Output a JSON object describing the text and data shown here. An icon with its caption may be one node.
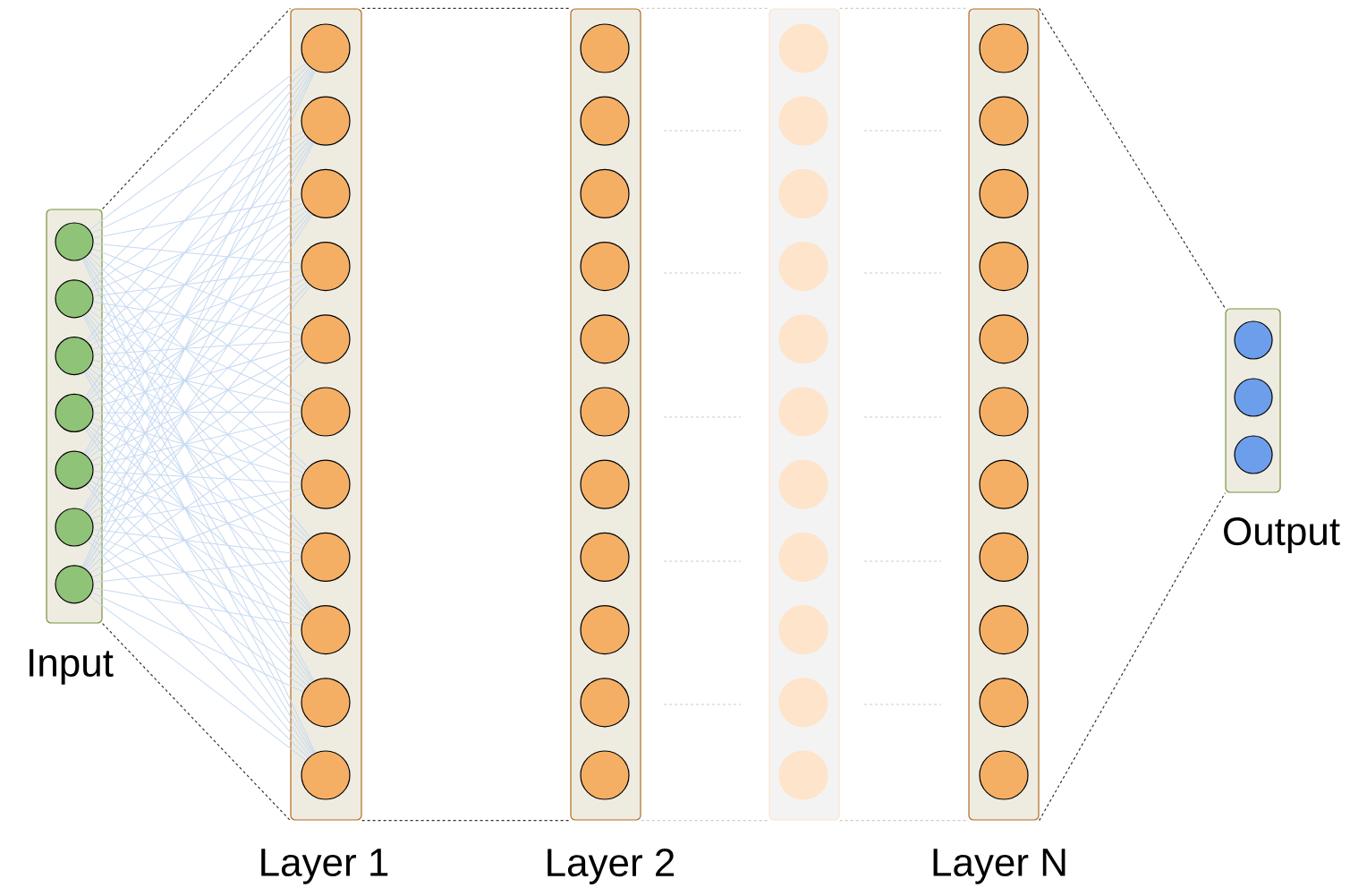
{
  "diagram": {
    "nodes": [
      {
        "text": [
          "Input"
        ]
      },
      {
        "text": [],
        "shape": "circle",
        "in": 0
      },
      {
        "text": [],
        "shape": "circle",
        "in": 0
      },
      {
        "text": [],
        "shape": "circle",
        "in": 0
      },
      {
        "text": [],
        "shape": "circle",
        "in": 0
      },
      {
        "text": [],
        "shape": "circle",
        "in": 0
      },
      {
        "text": [],
        "shape": "circle",
        "in": 0
      },
      {
        "text": [],
        "shape": "circle",
        "in": 0
      },
      {
        "text": [
          "Layer 1"
        ]
      },
      {
        "text": [],
        "shape": "circle",
        "in": 8
      },
      {
        "text": [],
        "shape": "circle",
        "in": 8
      },
      {
        "text": [],
        "shape": "circle",
        "in": 8
      },
      {
        "text": [],
        "shape": "circle",
        "in": 8
      },
      {
        "text": [],
        "shape": "circle",
        "in": 8
      },
      {
        "text": [],
        "shape": "circle",
        "in": 8
      },
      {
        "text": [],
        "shape": "circle",
        "in": 8
      },
      {
        "text": [],
        "shape": "circle",
        "in": 8
      },
      {
        "text": [],
        "shape": "circle",
        "in": 8
      },
      {
        "text": [],
        "shape": "circle",
        "in": 8
      },
      {
        "text": [],
        "shape": "circle",
        "in": 8
      },
      {
        "text": [
          "Layer 2"
        ]
      },
      {
        "text": [],
        "shape": "circle",
        "in": 20
      },
      {
        "text": [],
        "shape": "circle",
        "in": 20
      },
      {
        "text": [],
        "shape": "circle",
        "in": 20
      },
      {
        "text": [],
        "shape": "circle",
        "in": 20
      },
      {
        "text": [],
        "shape": "circle",
        "in": 20
      },
      {
        "text": [],
        "shape": "circle",
        "in": 20
      },
      {
        "text": [],
        "shape": "circle",
        "in": 20
      },
      {
        "text": [],
        "shape": "circle",
        "in": 20
      },
      {
        "text": [],
        "shape": "circle",
        "in": 20
      },
      {
        "text": [],
        "shape": "circle",
        "in": 20
      },
      {
        "text": [],
        "shape": "circle",
        "in": 20
      },
      {
        "text": [],
        "shape": "box"
      },
      {
        "text": [],
        "shape": "circle",
        "in": 32
      },
      {
        "text": [],
        "shape": "circle",
        "in": 32
      },
      {
        "text": [],
        "shape": "circle",
        "in": 32
      },
      {
        "text": [],
        "shape": "circle",
        "in": 32
      },
      {
        "text": [],
        "shape": "circle",
        "in": 32
      },
      {
        "text": [],
        "shape": "circle",
        "in": 32
      },
      {
        "text": [],
        "shape": "circle",
        "in": 32
      },
      {
        "text": [],
        "shape": "circle",
        "in": 32
      },
      {
        "text": [],
        "shape": "circle",
        "in": 32
      },
      {
        "text": [],
        "shape": "circle",
        "in": 32
      },
      {
        "text": [],
        "shape": "circle",
        "in": 32
      },
      {
        "text": [
          "Layer N"
        ]
      },
      {
        "text": [],
        "shape": "circle",
        "in": 44
      },
      {
        "text": [],
        "shape": "circle",
        "in": 44
      },
      {
        "text": [],
        "shape": "circle",
        "in": 44
      },
      {
        "text": [],
        "shape": "circle",
        "in": 44
      },
      {
        "text": [],
        "shape": "circle",
        "in": 44
      },
      {
        "text": [],
        "shape": "circle",
        "in": 44
      },
      {
        "text": [],
        "shape": "circle",
        "in": 44
      },
      {
        "text": [],
        "shape": "circle",
        "in": 44
      },
      {
        "text": [],
        "shape": "circle",
        "in": 44
      },
      {
        "text": [],
        "shape": "circle",
        "in": 44
      },
      {
        "text": [],
        "shape": "circle",
        "in": 44
      },
      {
        "text": [
          "Output"
        ]
      },
      {
        "text": [],
        "shape": "circle",
        "in": 56
      },
      {
        "text": [],
        "shape": "circle",
        "in": 56
      },
      {
        "text": [],
        "shape": "circle",
        "in": 56
      }
    ],
    "edges": [
      {
        "from": 1,
        "to": 9,
        "arrow": "none"
      },
      {
        "from": 1,
        "to": 10,
        "arrow": "none"
      },
      {
        "from": 1,
        "to": 11,
        "arrow": "none"
      },
      {
        "from": 1,
        "to": 12,
        "arrow": "none"
      },
      {
        "from": 1,
        "to": 13,
        "arrow": "none"
      },
      {
        "from": 1,
        "to": 14,
        "arrow": "none"
      },
      {
        "from": 1,
        "to": 15,
        "arrow": "none"
      },
      {
        "from": 1,
        "to": 16,
        "arrow": "none"
      },
      {
        "from": 1,
        "to": 17,
        "arrow": "none"
      },
      {
        "from": 1,
        "to": 18,
        "arrow": "none"
      },
      {
        "from": 1,
        "to": 19,
        "arrow": "none"
      },
      {
        "from": 2,
        "to": 9,
        "arrow": "none"
      },
      {
        "from": 2,
        "to": 10,
        "arrow": "none"
      },
      {
        "from": 2,
        "to": 11,
        "arrow": "none"
      },
      {
        "from": 2,
        "to": 12,
        "arrow": "none"
      },
      {
        "from": 2,
        "to": 13,
        "arrow": "none"
      },
      {
        "from": 2,
        "to": 14,
        "arrow": "none"
      },
      {
        "from": 2,
        "to": 15,
        "arrow": "none"
      },
      {
        "from": 2,
        "to": 16,
        "arrow": "none"
      },
      {
        "from": 2,
        "to": 17,
        "arrow": "none"
      },
      {
        "from": 2,
        "to": 18,
        "arrow": "none"
      },
      {
        "from": 2,
        "to": 19,
        "arrow": "none"
      },
      {
        "from": 3,
        "to": 9,
        "arrow": "none"
      },
      {
        "from": 3,
        "to": 10,
        "arrow": "none"
      },
      {
        "from": 3,
        "to": 11,
        "arrow": "none"
      },
      {
        "from": 3,
        "to": 12,
        "arrow": "none"
      },
      {
        "from": 3,
        "to": 13,
        "arrow": "none"
      },
      {
        "from": 3,
        "to": 14,
        "arrow": "none"
      },
      {
        "from": 3,
        "to": 15,
        "arrow": "none"
      },
      {
        "from": 3,
        "to": 16,
        "arrow": "none"
      },
      {
        "from": 3,
        "to": 17,
        "arrow": "none"
      },
      {
        "from": 3,
        "to": 18,
        "arrow": "none"
      },
      {
        "from": 3,
        "to": 19,
        "arrow": "none"
      },
      {
        "from": 4,
        "to": 9,
        "arrow": "none"
      },
      {
        "from": 4,
        "to": 10,
        "arrow": "none"
      },
      {
        "from": 4,
        "to": 11,
        "arrow": "none"
      },
      {
        "from": 4,
        "to": 12,
        "arrow": "none"
      },
      {
        "from": 4,
        "to": 13,
        "arrow": "none"
      },
      {
        "from": 4,
        "to": 14,
        "arrow": "none"
      },
      {
        "from": 4,
        "to": 15,
        "arrow": "none"
      },
      {
        "from": 4,
        "to": 16,
        "arrow": "none"
      },
      {
        "from": 4,
        "to": 17,
        "arrow": "none"
      },
      {
        "from": 4,
        "to": 18,
        "arrow": "none"
      },
      {
        "from": 4,
        "to": 19,
        "arrow": "none"
      },
      {
        "from": 5,
        "to": 9,
        "arrow": "none"
      },
      {
        "from": 5,
        "to": 10,
        "arrow": "none"
      },
      {
        "from": 5,
        "to": 11,
        "arrow": "none"
      },
      {
        "from": 5,
        "to": 12,
        "arrow": "none"
      },
      {
        "from": 5,
        "to": 13,
        "arrow": "none"
      },
      {
        "from": 5,
        "to": 14,
        "arrow": "none"
      },
      {
        "from": 5,
        "to": 15,
        "arrow": "none"
      },
      {
        "from": 5,
        "to": 16,
        "arrow": "none"
      },
      {
        "from": 5,
        "to": 17,
        "arrow": "none"
      },
      {
        "from": 5,
        "to": 18,
        "arrow": "none"
      },
      {
        "from": 5,
        "to": 19,
        "arrow": "none"
      },
      {
        "from": 6,
        "to": 9,
        "arrow": "none"
      },
      {
        "from": 6,
        "to": 10,
        "arrow": "none"
      },
      {
        "from": 6,
        "to": 11,
        "arrow": "none"
      },
      {
        "from": 6,
        "to": 12,
        "arrow": "none"
      },
      {
        "from": 6,
        "to": 13,
        "arrow": "none"
      },
      {
        "from": 6,
        "to": 14,
        "arrow": "none"
      },
      {
        "from": 6,
        "to": 15,
        "arrow": "none"
      },
      {
        "from": 6,
        "to": 16,
        "arrow": "none"
      },
      {
        "from": 6,
        "to": 17,
        "arrow": "none"
      },
      {
        "from": 6,
        "to": 18,
        "arrow": "none"
      },
      {
        "from": 6,
        "to": 19,
        "arrow": "none"
      },
      {
        "from": 7,
        "to": 9,
        "arrow": "none"
      },
      {
        "from": 7,
        "to": 10,
        "arrow": "none"
      },
      {
        "from": 7,
        "to": 11,
        "arrow": "none"
      },
      {
        "from": 7,
        "to": 12,
        "arrow": "none"
      },
      {
        "from": 7,
        "to": 13,
        "arrow": "none"
      },
      {
        "from": 7,
        "to": 14,
        "arrow": "none"
      },
      {
        "from": 7,
        "to": 15,
        "arrow": "none"
      },
      {
        "from": 7,
        "to": 16,
        "arrow": "none"
      },
      {
        "from": 7,
        "to": 17,
        "arrow": "none"
      },
      {
        "from": 7,
        "to": 18,
        "arrow": "none"
      },
      {
        "from": 7,
        "to": 19,
        "arrow": "none"
      },
      {
        "from": 0,
        "to": 8,
        "arrow": "none",
        "style": "dashed",
        "color": "#333333"
      },
      {
        "from": 0,
        "to": 8,
        "arrow": "none",
        "style": "dashed",
        "color": "#333333"
      },
      {
        "from": 8,
        "to": 20,
        "arrow": "none",
        "style": "dashed",
        "color": "#333333"
      },
      {
        "from": 8,
        "to": 20,
        "arrow": "none",
        "style": "dashed",
        "color": "#333333"
      },
      {
        "from": 20,
        "to": 32,
        "arrow": "none",
        "style": "dashed",
        "color": "#cccccc"
      },
      {
        "from": 20,
        "to": 32,
        "arrow": "none",
        "style": "dashed",
        "color": "#cccccc"
      },
      {
        "from": 32,
        "to": 44,
        "arrow": "none",
        "style": "dashed",
        "color": "#cccccc"
      },
      {
        "from": 32,
        "to": 44,
        "arrow": "none",
        "style": "dashed",
        "color": "#cccccc"
      },
      {
        "from": 44,
        "to": 56,
        "arrow": "none",
        "style": "dashed",
        "color": "#333333"
      },
      {
        "from": 44,
        "to": 56,
        "arrow": "none",
        "style": "dashed",
        "color": "#333333"
      }
    ]
  }
}
